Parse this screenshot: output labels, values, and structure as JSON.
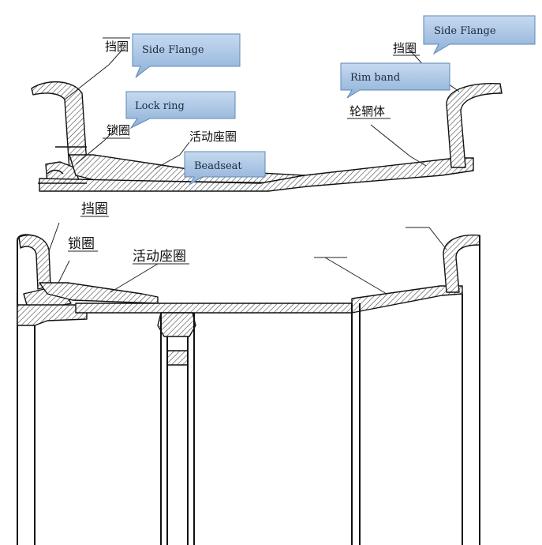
{
  "top_view": {
    "left": {
      "zh_flange": "挡圈",
      "zh_lock": "锁圈",
      "zh_seat": "活动座圈",
      "callout_flange": "Side Flange",
      "callout_lock": "Lock ring",
      "callout_seat": "Beadseat"
    },
    "right": {
      "zh_flange": "挡圈",
      "zh_body": "轮辋体",
      "callout_flange": "Side Flange",
      "callout_body": "Rim band"
    }
  },
  "bottom_view": {
    "zh_flange": "挡圈",
    "zh_lock": "锁圈",
    "zh_seat": "活动座圈"
  },
  "colors": {
    "callout_fill_top": "#c6daf0",
    "callout_fill_bottom": "#8db0d8",
    "callout_border": "#5f89b5",
    "line": "#111111"
  }
}
